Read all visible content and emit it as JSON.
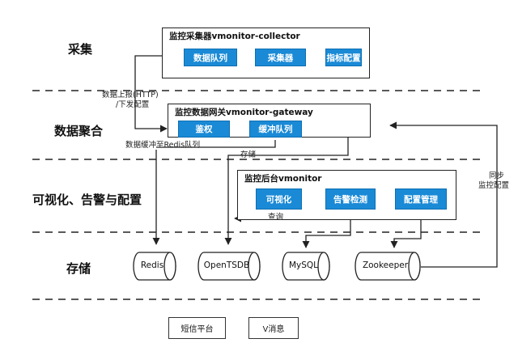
{
  "layers": {
    "collect": "采集",
    "aggregate": "数据聚合",
    "visualize": "可视化、告警与配置",
    "storage": "存储"
  },
  "collector": {
    "title": "监控采集器vmonitor-collector",
    "queue": "数据队列",
    "gatherer": "采集器",
    "metric_config": "指标配置"
  },
  "gateway": {
    "title": "监控数据网关vmonitor-gateway",
    "auth": "鉴权",
    "buffer_queue": "缓冲队列"
  },
  "backend": {
    "title": "监控后台vmonitor",
    "visual": "可视化",
    "alert": "告警检测",
    "config": "配置管理"
  },
  "notes": {
    "report_line1": "数据上报(HTTP)",
    "report_line2": "/下发配置",
    "buffer_to_redis": "数据缓冲至Redis队列",
    "store": "存储",
    "query": "查询",
    "sync_line1": "同步",
    "sync_line2": "监控配置"
  },
  "storage": {
    "redis": "Redis",
    "opentsdb": "OpenTSDB",
    "mysql": "MySQL",
    "zookeeper": "Zookeeper"
  },
  "channels": {
    "sms": "短信平台",
    "vmsg": "V消息"
  },
  "colors": {
    "accent": "#1a8ad6",
    "line": "#222222"
  }
}
